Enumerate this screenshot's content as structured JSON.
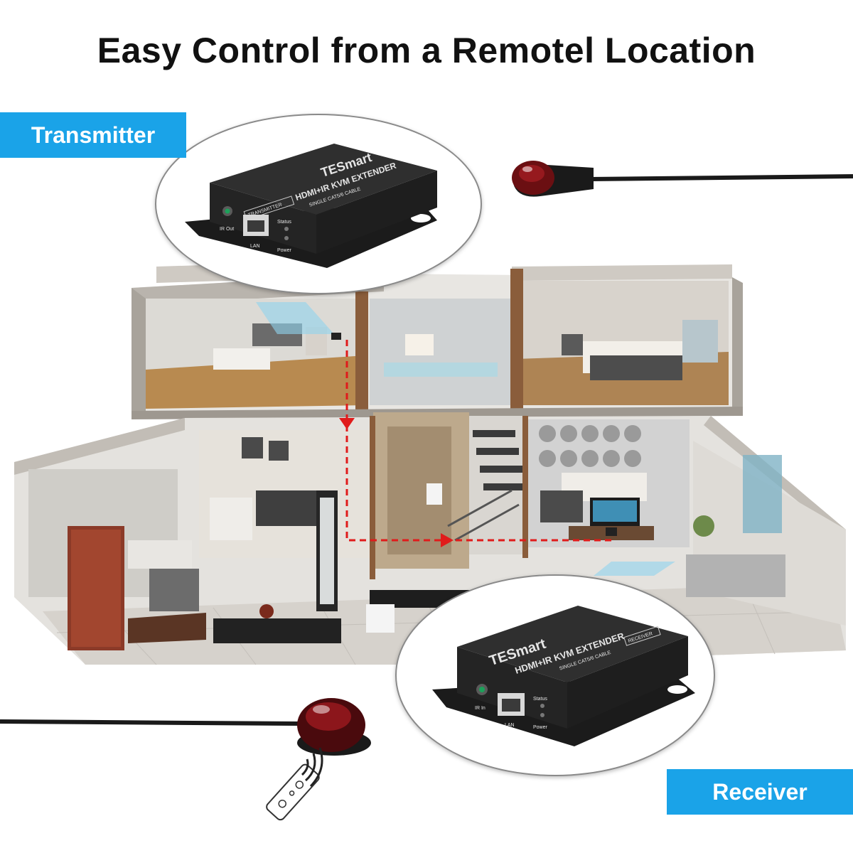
{
  "title": "Easy Control from a Remotel Location",
  "labels": {
    "transmitter": "Transmitter",
    "receiver": "Receiver"
  },
  "transmitter_device": {
    "brand": "TESmart",
    "model": "HDMI+IR KVM EXTENDER",
    "subtitle": "SINGLE CAT5/6 CABLE",
    "badge": "TRANSMITTER",
    "port_ir": "IR Out",
    "port_lan": "LAN",
    "led_status": "Status",
    "led_power": "Power"
  },
  "receiver_device": {
    "brand": "TESmart",
    "model": "HDMI+IR KVM EXTENDER",
    "subtitle": "SINGLE CAT5/6 CABLE",
    "badge": "RECEIVER",
    "port_ir": "IR In",
    "port_lan": "LAN",
    "led_status": "Status",
    "led_power": "Power"
  },
  "colors": {
    "accent": "#1aa3e8",
    "signal_path": "#e01b1b",
    "device_body": "#2b2b2b"
  },
  "icons": [
    "ir-emitter-icon",
    "ir-receiver-eye-icon",
    "remote-control-icon",
    "signal-waves-icon"
  ]
}
